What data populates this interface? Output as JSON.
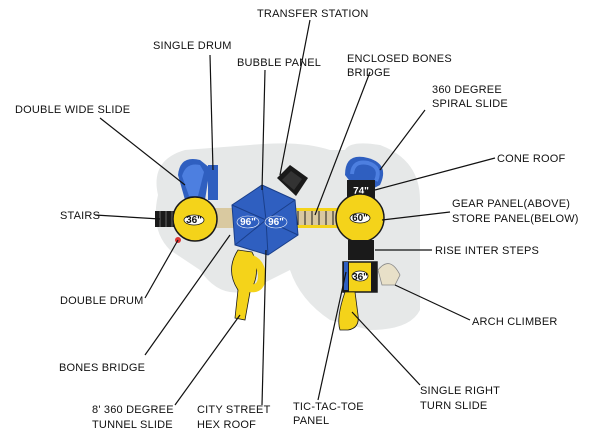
{
  "colors": {
    "yellow": "#f4d31a",
    "blue": "#2f5fc0",
    "black": "#1a1a1a",
    "shadow": "#e6e8e8"
  },
  "labels": {
    "transfer_station": "TRANSFER STATION",
    "single_drum": "SINGLE DRUM",
    "bubble_panel": "BUBBLE PANEL",
    "enclosed_bones_bridge_1": "ENCLOSED BONES",
    "enclosed_bones_bridge_2": "BRIDGE",
    "spiral_slide_1": "360 DEGREE",
    "spiral_slide_2": "SPIRAL SLIDE",
    "double_wide_slide": "DOUBLE WIDE SLIDE",
    "cone_roof": "CONE ROOF",
    "stairs": "STAIRS",
    "gear_panel_1": "GEAR PANEL(ABOVE)",
    "gear_panel_2": "STORE PANEL(BELOW)",
    "rise_inter_steps": "RISE INTER STEPS",
    "double_drum": "DOUBLE DRUM",
    "arch_climber": "ARCH CLIMBER",
    "bones_bridge": "BONES BRIDGE",
    "tunnel_slide_1": "8' 360 DEGREE",
    "tunnel_slide_2": "TUNNEL SLIDE",
    "hex_roof_1": "CITY STREET",
    "hex_roof_2": "HEX ROOF",
    "tic_tac_toe_1": "TIC-TAC-TOE",
    "tic_tac_toe_2": "PANEL",
    "turn_slide_1": "SINGLE RIGHT",
    "turn_slide_2": "TURN SLIDE"
  },
  "decks": {
    "left_deck": "36\"",
    "hex_left": "96\"",
    "hex_right": "96\"",
    "right_deck": "60\"",
    "top_deck": "74\"",
    "lower_deck": "36\""
  }
}
